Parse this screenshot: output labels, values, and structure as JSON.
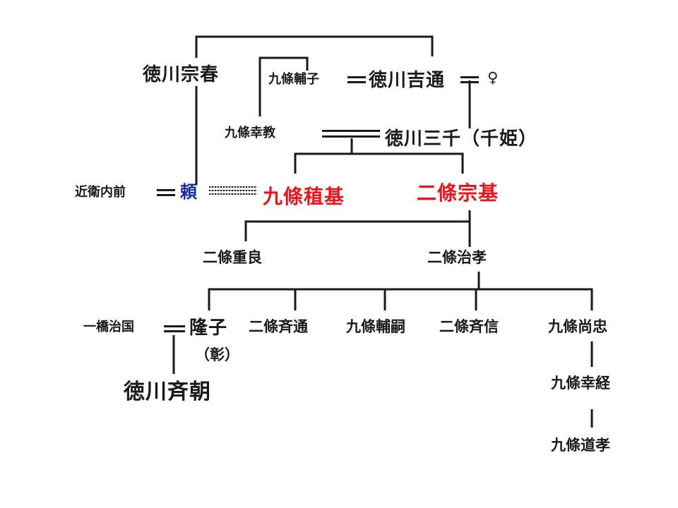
{
  "persons": {
    "tokugawa_muneharu": "徳川宗春",
    "kujo_teruko": "九條輔子",
    "tokugawa_yoshimichi": "徳川吉通",
    "female_symbol": "♀",
    "kujo_yukinori": "九條幸教",
    "tokugawa_michi": "徳川三千（千姫）",
    "konoe_uchisaki": "近衛内前",
    "yori": "頼",
    "kujo_tanemoto": "九條稙基",
    "nijo_munemoto": "二條宗基",
    "nijo_shigeyoshi": "二條重良",
    "nijo_harutaka": "二條治孝",
    "hitotsubashi_harukuni": "一橋治国",
    "takako": "隆子",
    "takako_alias": "（彰）",
    "nijo_narimichi": "二條斉通",
    "kujo_sukeyoshi": "九條輔嗣",
    "nijo_narinobu": "二條斉信",
    "kujo_hisatada": "九條尚忠",
    "tokugawa_narimoto": "徳川斉朝",
    "kujo_yukitsune": "九條幸経",
    "kujo_michitaka": "九條道孝"
  },
  "colors": {
    "line": "#1a1a1a",
    "highlight_red": "#e8141c",
    "highlight_blue": "#1a2ca0"
  }
}
